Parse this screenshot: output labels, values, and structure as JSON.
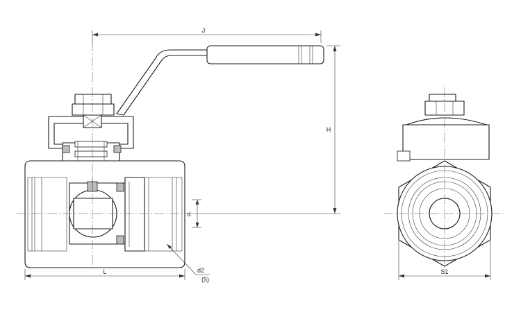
{
  "dimensions": {
    "J": "J",
    "H": "H",
    "L": "L",
    "d": "d",
    "d2": "d2",
    "d2_note": "(5)",
    "S1": "S1"
  },
  "colors": {
    "line": "#1a1a1a",
    "shade": "#bdbdbd",
    "background": "#ffffff"
  }
}
